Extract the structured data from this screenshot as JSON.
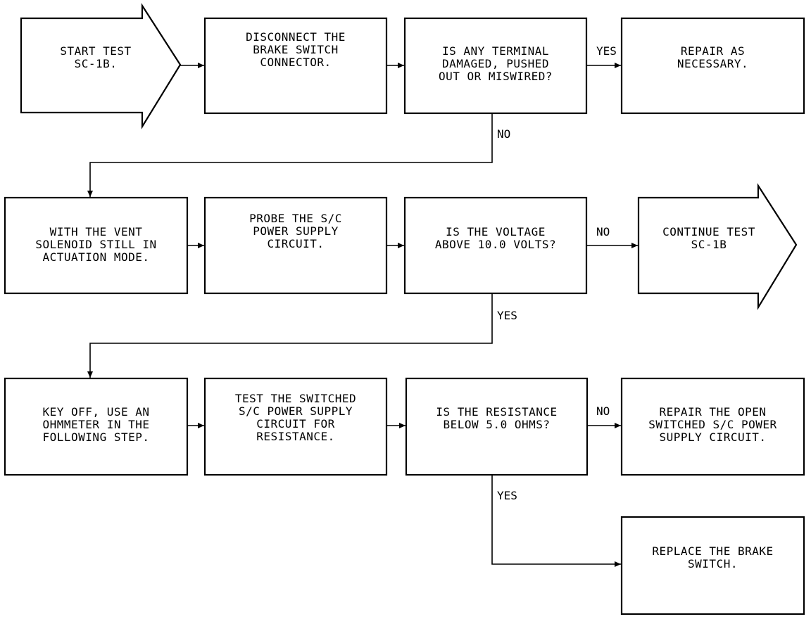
{
  "diagram": {
    "nodes": {
      "start": "START TEST\nSC-1B.",
      "disconnect": "DISCONNECT THE\nBRAKE SWITCH\nCONNECTOR.",
      "terminal_q": "IS ANY TERMINAL\nDAMAGED, PUSHED\nOUT OR MISWIRED?",
      "repair1": "REPAIR AS\nNECESSARY.",
      "vent": "WITH THE VENT\nSOLENOID STILL IN\nACTUATION MODE.",
      "probe": "PROBE THE S/C\nPOWER SUPPLY\nCIRCUIT.",
      "voltage_q": "IS THE VOLTAGE\nABOVE 10.0 VOLTS?",
      "continue": "CONTINUE TEST\nSC-1B",
      "keyoff": "KEY OFF, USE AN\nOHMMETER IN THE\nFOLLOWING STEP.",
      "test_switched": "TEST THE SWITCHED\nS/C POWER SUPPLY\nCIRCUIT FOR\nRESISTANCE.",
      "resistance_q": "IS THE RESISTANCE\nBELOW 5.0 OHMS?",
      "repair_open": "REPAIR THE OPEN\nSWITCHED S/C POWER\nSUPPLY CIRCUIT.",
      "replace": "REPLACE THE BRAKE\nSWITCH."
    },
    "labels": {
      "yes1": "YES",
      "no1": "NO",
      "no2": "NO",
      "yes2": "YES",
      "no3": "NO",
      "yes3": "YES"
    }
  }
}
